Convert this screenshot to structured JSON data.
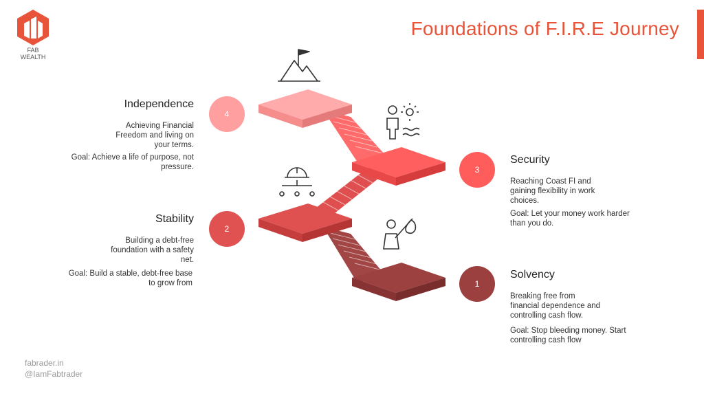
{
  "header": {
    "title": "Foundations of F.I.R.E Journey",
    "logo_line1": "FAB",
    "logo_line2": "WEALTH"
  },
  "colors": {
    "accent": "#e8543a",
    "step1": "#9b3f3f",
    "step2": "#e05252",
    "step3": "#ff5c5c",
    "step4": "#ff9f9f"
  },
  "stages": [
    {
      "number": "1",
      "title": "Solvency",
      "desc": [
        "Breaking free from",
        "financial dependence and",
        "controlling cash flow."
      ],
      "goal": [
        "Goal: Stop bleeding money. Start",
        "controlling cash flow"
      ],
      "icon": "traveler-bindle-icon"
    },
    {
      "number": "2",
      "title": "Stability",
      "desc": [
        "Building a debt-free",
        "foundation with a safety",
        "net."
      ],
      "goal": [
        "Goal: Build a stable, debt-free base",
        "to grow from"
      ],
      "icon": "hardhat-hierarchy-icon"
    },
    {
      "number": "3",
      "title": "Security",
      "desc": [
        "Reaching Coast FI and",
        "gaining flexibility in work",
        "choices."
      ],
      "goal": [
        "Goal: Let your money work harder",
        "than you do."
      ],
      "icon": "person-sun-waves-icon"
    },
    {
      "number": "4",
      "title": "Independence",
      "desc": [
        "Achieving Financial",
        "Freedom and living on",
        "your terms."
      ],
      "goal": [
        "Goal: Achieve a life of purpose, not",
        "pressure."
      ],
      "icon": "mountain-flag-icon"
    }
  ],
  "footer": {
    "site": "fabrader.in",
    "handle": "@IamFabtrader"
  }
}
